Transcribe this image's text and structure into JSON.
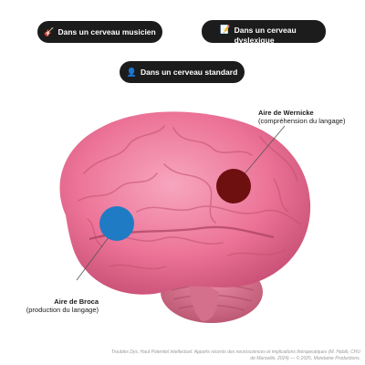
{
  "buttons": {
    "musicien": {
      "label": "Dans un cerveau musicien",
      "icon": "guitar-icon"
    },
    "dyslexique": {
      "label": "Dans un cerveau dyslexique",
      "icon": "book-icon"
    },
    "standard": {
      "label": "Dans un cerveau standard",
      "icon": "person-icon"
    }
  },
  "areas": {
    "wernicke": {
      "title": "Aire de Wernicke",
      "description": "(compréhension du langage)",
      "color": "#6e1010"
    },
    "broca": {
      "title": "Aire de Broca",
      "description": "(production du langage)",
      "color": "#1f7bc4"
    }
  },
  "credits": "Troubles Dys, Haut Potentiel intellectuel: Apports récents des neurosciences et implications thérapeutiques (M. Habib, CHU de Marseille, 2024) — © 2025, Mondame Productions.",
  "colors": {
    "brain": "#f07fa0",
    "button_bg": "#1c1c1c"
  }
}
